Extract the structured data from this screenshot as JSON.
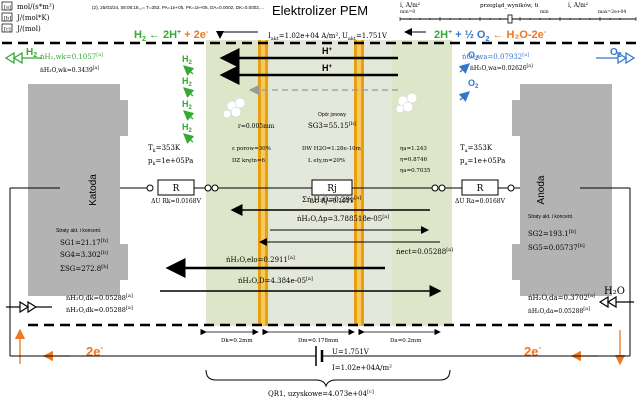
{
  "header": {
    "units": [
      "mol/(s*m²)",
      "J/(mol*K)",
      "J/(mol)"
    ],
    "unit_markers": [
      "[a]",
      "[b]",
      "[c]"
    ],
    "info": "(2), 25/03/24, 08:08:18,,,= T=353, PA=1e+05, PK=1e+05, DA=0.0002, DK=0.0002,...",
    "title": "Elektrolizer PEM",
    "slider1_label": "i, A/m²",
    "slider1_min": "min=0",
    "slider2_label": "przegląd_wyników, ti",
    "slider2_min": "min",
    "slider3_label": "i, A/m²",
    "slider3_max": "max=2e+04"
  },
  "reactions": {
    "cathode_prefix": "H",
    "cathode_sub": "2",
    "cathode_mid": " ← 2H",
    "cathode_plus": "+",
    "cathode_end": " + 2e",
    "cathode_minus": "-",
    "anode_prefix": "2H",
    "anode_plus": "+",
    "anode_mid": " + ½ O",
    "anode_sub": "2",
    "anode_end": " ← H₂O-2e",
    "anode_minus": "-"
  },
  "top": {
    "current_label": "I",
    "current_sub": "akt",
    "current_value": "=1.02e+04 A/m²,",
    "voltage_label": "U",
    "voltage_sub": "akt",
    "voltage_value": "=1.751V"
  },
  "protons": {
    "label": "H",
    "plus": "+"
  },
  "species": {
    "h2": "H",
    "h2_sub": "2",
    "o2": "O",
    "o2_sub": "2",
    "h2o": "H₂O"
  },
  "cathode_flow": {
    "n_h2_wk": "ṅH₂,wk=0.1057",
    "n_h2_wk_unit": "[a]",
    "n_h2o_wk": "ṅH₂O,wk=0.3439",
    "n_h2o_wk_unit": "[a]",
    "n_h2o_dk1": "ṅH₂O,dk=0.05288",
    "n_h2o_dk1_unit": "[a]",
    "n_h2o_dk2": "ṅH₂O,dk=0.05288",
    "n_h2o_dk2_unit": "[a]"
  },
  "anode_flow": {
    "n_o2_wa": "ṅO₂,wa=0.07932",
    "n_o2_wa_unit": "[a]",
    "n_h2o_wa": "ṅH₂O,wa=0.02626",
    "n_h2o_wa_unit": "[a]",
    "n_h2o_da1": "ṅH₂O,da=0.3702",
    "n_h2o_da1_unit": "[a]",
    "n_h2o_da2": "ṅH₂O,da=0.05288",
    "n_h2o_da2_unit": "[a]"
  },
  "cathode": {
    "label": "Katoda",
    "T": "T",
    "T_sub": "k",
    "T_val": "=353K",
    "p": "p",
    "p_sub": "k",
    "p_val": "=1e+05Pa",
    "losses_title": "Straty akt. i koncent.",
    "sg1": "SG1=21.17",
    "sg1_unit": "[b]",
    "sg4": "SG4=3.302",
    "sg4_unit": "[b]",
    "sum": "ΣSG=272.8",
    "sum_unit": "[b]",
    "r": "r=0.005mm",
    "e_porow": "ε porow=30%",
    "dz": "DZ krętn=6",
    "resistor": "R",
    "du": "ΔU Rk=0.0168V",
    "thickness": "Dk=0.2mm"
  },
  "membrane": {
    "title": "Opór jonowy",
    "sg3": "SG3=55.15",
    "sg3_unit": "[b]",
    "dw": "DW H2O=1.28e-10m",
    "l": "L ety,m=20%",
    "resistor": "Rj",
    "du": "ΔU Rj=0.191V",
    "thickness": "Dm=0.178mm"
  },
  "anode": {
    "label": "Anoda",
    "T": "T",
    "T_sub": "a",
    "T_val": "=353K",
    "p": "p",
    "p_sub": "a",
    "p_val": "=1e+05Pa",
    "eta1": "ηa=1.243",
    "eta2": "η=0.8746",
    "eta3": "ηa=0.7035",
    "losses_title": "Straty akt. i koncent.",
    "sg2": "SG2=193.1",
    "sg2_unit": "[b]",
    "sg5": "SG5=0.05737",
    "sg5_unit": "[b]",
    "resistor": "R",
    "du": "ΔU Ra=0.0168V",
    "thickness": "Da=0.2mm"
  },
  "flows": {
    "sum_h2o": "Σṅ H₂O=0.291",
    "sum_h2o_unit": "[a]",
    "n_dp": "ṅH₂O,Δp=3.788518e-05",
    "n_dp_unit": "[a]",
    "n_ect": "ṅect=0.05288",
    "n_ect_unit": "[a]",
    "n_elo": "ṅH₂O,elo=0.2911",
    "n_elo_unit": "[a]",
    "n_d": "ṅH₂O,D=4.384e-05",
    "n_d_unit": "[a]"
  },
  "bottom": {
    "electrons_left": "2e",
    "electrons_right": "2e",
    "electron_sup": "-",
    "u": "U=1.751V",
    "i": "I=1.02e+04A/m²",
    "q": "QR1, uzyskowe=4.073e+04",
    "q_unit": "[c]"
  },
  "colors": {
    "green": "#33aa33",
    "blue": "#3377cc",
    "orange": "#ee7722",
    "gold": "#e8a010",
    "gray_electrode": "#b3b3b3",
    "membrane_bg": "#dde6c8"
  }
}
